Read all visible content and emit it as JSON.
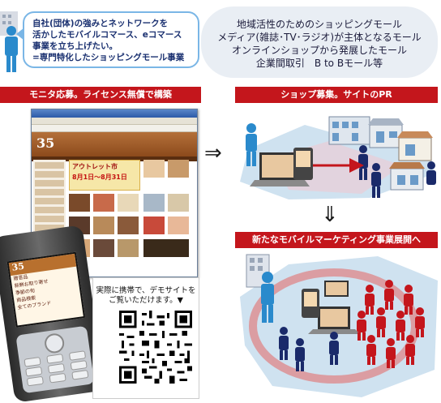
{
  "bubble": {
    "lines": [
      "自社(団体)の強みとネットワークを",
      "活かしたモバイルコマース、eコマース",
      "事業を立ち上げたい。",
      "=専門特化したショッピングモール事業"
    ]
  },
  "cloud": {
    "lines": [
      "地域活性のためのショッピングモール",
      "メディア(雑誌･TV･ラジオ)が主体となるモール",
      "オンラインショップから発展したモール",
      "企業間取引　B to Bモール等"
    ]
  },
  "banners": {
    "left": "モニタ応募。ライセンス無償で構築",
    "right_top": "ショップ募集。サイトのPR",
    "right_bottom": "新たなモバイルマーケティング事業展開へ"
  },
  "browser": {
    "logo": "35",
    "sale_title": "アウトレット市",
    "sale_date": "8月1日〜8月31日"
  },
  "phone": {
    "logo": "35",
    "menu": [
      "贈答品",
      "新鮮お取り寄せ",
      "季節の旬",
      "商品検索",
      "全てのブランド"
    ]
  },
  "qr": {
    "caption_lines": [
      "実際に携帯で、デモサイトを",
      "ご覧いただけます。▼"
    ]
  },
  "colors": {
    "banner_red": "#c4161c",
    "person_blue": "#2a8acc",
    "person_red": "#c4161c",
    "person_navy": "#1a2a6a"
  }
}
